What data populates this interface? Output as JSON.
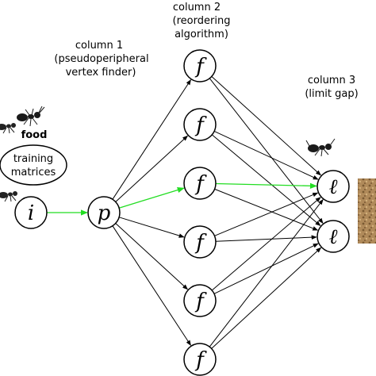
{
  "labels": {
    "column1": [
      "column 1",
      "(pseudoperipheral",
      "vertex finder)"
    ],
    "column2": [
      "column 2",
      "(reordering",
      "algorithm)"
    ],
    "column3": [
      "column 3",
      "(limit gap)"
    ],
    "food": "food",
    "training_matrices": [
      "training",
      "matrices"
    ]
  },
  "nodes": {
    "input": {
      "symbol": "i"
    },
    "pseudoperipheral": {
      "symbol": "p"
    },
    "reordering": [
      {
        "symbol": "f"
      },
      {
        "symbol": "f"
      },
      {
        "symbol": "f"
      },
      {
        "symbol": "f"
      },
      {
        "symbol": "f"
      },
      {
        "symbol": "f"
      }
    ],
    "limit_gap": [
      {
        "symbol": "ℓ"
      },
      {
        "symbol": "ℓ"
      }
    ]
  },
  "colors": {
    "edge": "#000000",
    "highlight_path": "#22dd22",
    "food_texture": "#b08a5a"
  },
  "icons": [
    "ant-icon",
    "ant-icon",
    "ant-icon",
    "ant-icon",
    "food-texture-image"
  ]
}
